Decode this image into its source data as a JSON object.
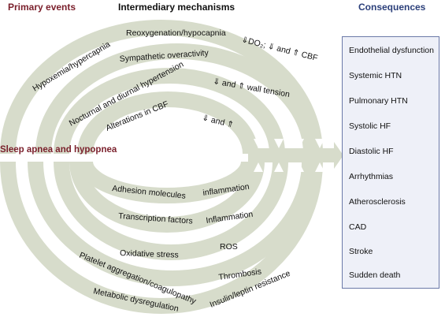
{
  "headers": {
    "primary": "Primary events",
    "intermediary": "Intermediary mechanisms",
    "consequences": "Consequences"
  },
  "center_label": "Sleep apnea and hypopnea",
  "upper_labels": {
    "hypoxemia": "Hypoxemia/hypercapnia",
    "reoxygenation": "Reoxygenation/hypocapnia",
    "do2": "⇓DO₂; ⇓ and ⇑ CBF",
    "sympathetic": "Sympathetic overactivity",
    "hypertension": "Nocturnal and diurnal hypertension",
    "wall_tension": "⇓ and ⇑ wall tension",
    "cbf": "Alterations in CBF",
    "cbf_arrows": "⇓ and ⇑"
  },
  "lower_labels": {
    "adhesion": "Adhesion molecules",
    "inflammation_lc": "inflammation",
    "transcription": "Transcription factors",
    "inflammation": "Inflammation",
    "oxidative": "Oxidative stress",
    "ros": "ROS",
    "platelet": "Platelet aggregation/coagulopathy",
    "thrombosis": "Thrombosis",
    "metabolic": "Metabolic dysregulation",
    "insulin": "Insulin/leptin resistance"
  },
  "consequences": [
    "Endothelial dysfunction",
    "Systemic HTN",
    "Pulmonary HTN",
    "Systolic HF",
    "Diastolic HF",
    "Arrhythmias",
    "Atherosclerosis",
    "CAD",
    "Stroke",
    "Sudden death"
  ],
  "colors": {
    "band": "#d7dccb",
    "primary_header": "#7a1f2b",
    "consequences_header": "#2b3f7a",
    "box_border": "#6b79a8",
    "box_fill": "#eef0f8"
  }
}
